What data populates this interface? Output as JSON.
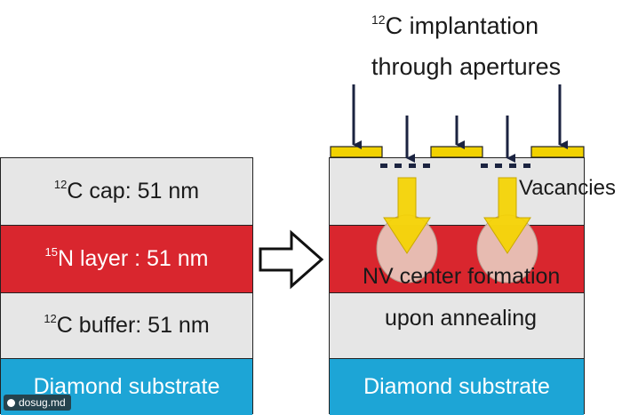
{
  "left_stack": {
    "cap": {
      "sup": "12",
      "text": "C cap: 51 nm"
    },
    "n_layer": {
      "sup": "15",
      "text": "N layer : 51 nm"
    },
    "buffer": {
      "sup": "12",
      "text": "C buffer: 51 nm"
    },
    "substrate": "Diamond substrate"
  },
  "right_stack": {
    "title_sup": "12",
    "title_line1": "C implantation",
    "title_line2": "through apertures",
    "vacancies": "Vacancies",
    "nv_line1": "NV center formation",
    "nv_line2": "upon annealing",
    "substrate": "Diamond substrate"
  },
  "watermark": "dosug.md",
  "colors": {
    "cap_grey": "#e6e6e6",
    "n_layer_red": "#d9262e",
    "substrate_blue": "#1da5d6",
    "mask_yellow": "#f2d200",
    "arrow_yellow": "#f5d400",
    "implant_arrow": "#1b2340"
  }
}
